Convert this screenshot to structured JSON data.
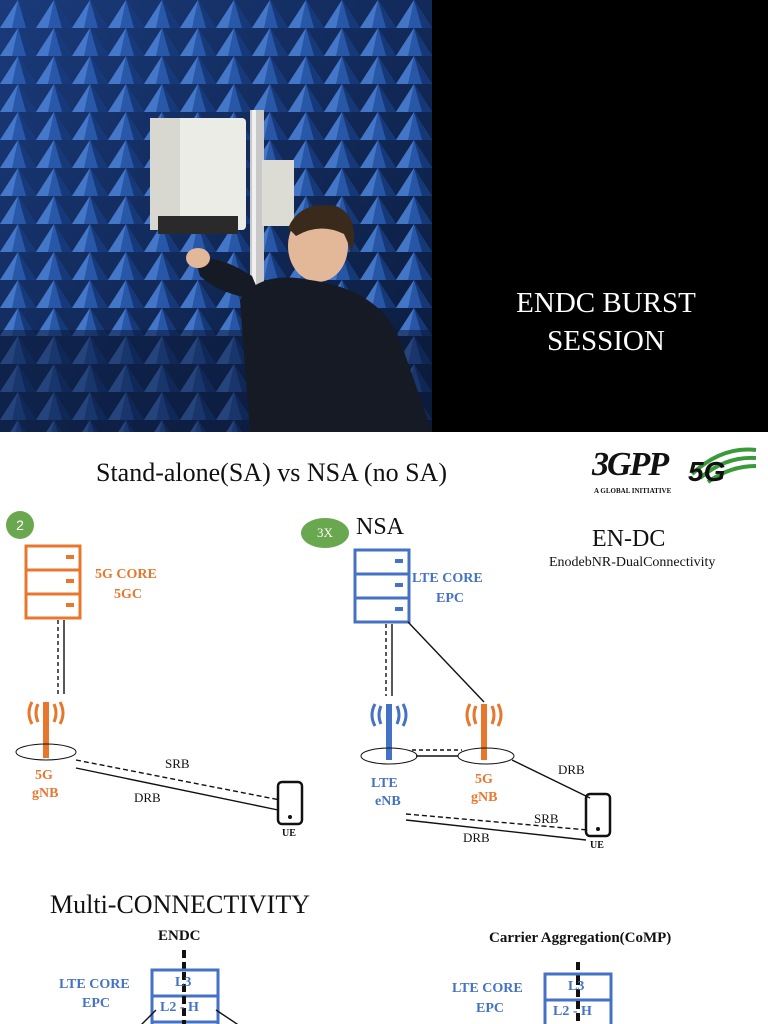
{
  "slide1": {
    "title_line1": "ENDC BURST",
    "title_line2": "SESSION"
  },
  "slide2": {
    "heading": "Stand-alone(SA) vs NSA (no SA)",
    "logo_3gpp_text": "3GPP",
    "logo_3gpp_sub": "A GLOBAL INITIATIVE",
    "logo_5g_text": "5G",
    "sa": {
      "badge": "2",
      "core_line1": "5G CORE",
      "core_line2": "5GC",
      "gnb_line1": "5G",
      "gnb_line2": "gNB",
      "srb": "SRB",
      "drb": "DRB",
      "ue": "UE"
    },
    "nsa": {
      "badge": "3X",
      "label": "NSA",
      "endc_title": "EN-DC",
      "endc_sub": "EnodebNR-DualConnectivity",
      "core_line1": "LTE CORE",
      "core_line2": "EPC",
      "enb_line1": "LTE",
      "enb_line2": "eNB",
      "gnb_line1": "5G",
      "gnb_line2": "gNB",
      "drb_top": "DRB",
      "srb": "SRB",
      "drb_bottom": "DRB",
      "ue": "UE"
    },
    "multi": {
      "heading": "Multi-CONNECTIVITY",
      "endc_label": "ENDC",
      "ca_label": "Carrier Aggregation(CoMP)",
      "left_core_line1": "LTE CORE",
      "left_core_line2": "EPC",
      "right_core_line1": "LTE CORE",
      "right_core_line2": "EPC",
      "stack_l3": "L3",
      "stack_l2h": "L2 - H",
      "right_stack_l3": "L3",
      "right_stack_l2h": "L2 - H"
    }
  },
  "colors": {
    "orange": "#e8772e",
    "blue": "#4472c4",
    "green_badge": "#6aa84f"
  }
}
